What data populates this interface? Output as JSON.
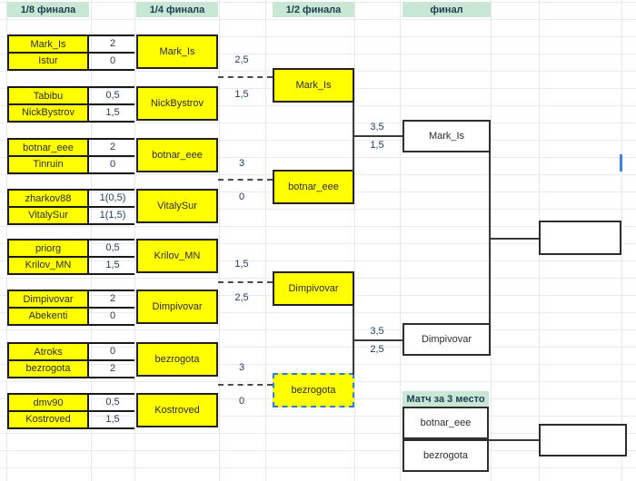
{
  "headers": {
    "round16": "1/8 финала",
    "quarter": "1/4 финала",
    "semi": "1/2 финала",
    "final": "финал",
    "third_place": "Матч за 3 место"
  },
  "r16": [
    {
      "p1": "Mark_Is",
      "s1": "2",
      "p2": "Istur",
      "s2": "0"
    },
    {
      "p1": "Tabibu",
      "s1": "0,5",
      "p2": "NickBystrov",
      "s2": "1,5"
    },
    {
      "p1": "botnar_eee",
      "s1": "2",
      "p2": "Tinruin",
      "s2": "0"
    },
    {
      "p1": "zharkov88",
      "s1": "1(0,5)",
      "p2": "VitalySur",
      "s2": "1(1,5)"
    },
    {
      "p1": "priorg",
      "s1": "0,5",
      "p2": "Krilov_MN",
      "s2": "1,5"
    },
    {
      "p1": "Dimpivovar",
      "s1": "2",
      "p2": "Abekenti",
      "s2": "0"
    },
    {
      "p1": "Atroks",
      "s1": "0",
      "p2": "bezrogota",
      "s2": "2"
    },
    {
      "p1": "dmv90",
      "s1": "0,5",
      "p2": "Kostroved",
      "s2": "1,5"
    }
  ],
  "qf": {
    "winners": [
      "Mark_Is",
      "NickBystrov",
      "botnar_eee",
      "VitalySur",
      "Krilov_MN",
      "Dimpivovar",
      "bezrogota",
      "Kostroved"
    ],
    "scores": [
      {
        "a": "2,5",
        "b": "1,5"
      },
      {
        "a": "3",
        "b": "0"
      },
      {
        "a": "1,5",
        "b": "2,5"
      },
      {
        "a": "3",
        "b": "0"
      }
    ]
  },
  "sf": {
    "winners": [
      "Mark_Is",
      "botnar_eee",
      "Dimpivovar",
      "bezrogota"
    ],
    "scores": [
      {
        "a": "3,5",
        "b": "1,5"
      },
      {
        "a": "3,5",
        "b": "2,5"
      }
    ]
  },
  "final": {
    "players": [
      "Mark_Is",
      "Dimpivovar"
    ]
  },
  "third": {
    "players": [
      "botnar_eee",
      "bezrogota"
    ]
  },
  "colors": {
    "cell_yellow": "#ffff00",
    "header_green": "#c9e7d5",
    "selection_blue": "#2f7de0"
  }
}
